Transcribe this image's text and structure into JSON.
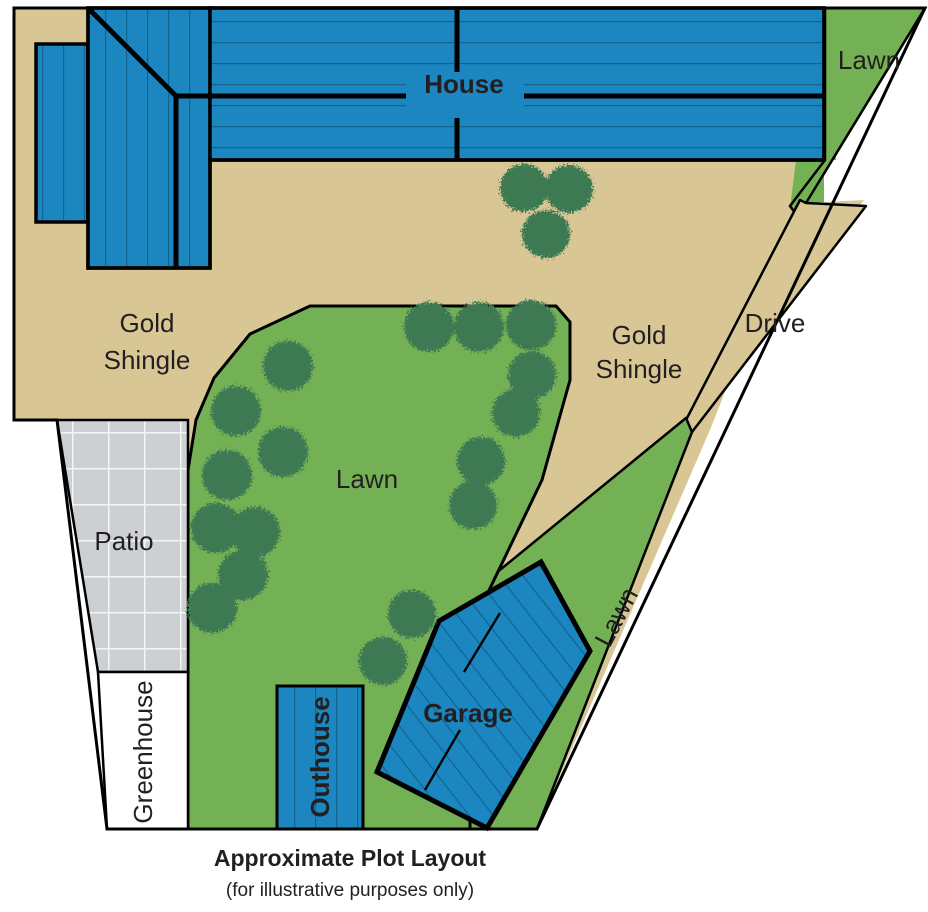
{
  "caption": {
    "title": "Approximate Plot Layout",
    "subtitle": "(for illustrative purposes only)"
  },
  "labels": {
    "house": "House",
    "lawn_top_right": "Lawn",
    "gold_shingle_left": "Gold\nShingle",
    "gold_shingle_left_line1": "Gold",
    "gold_shingle_left_line2": "Shingle",
    "gold_shingle_center_line1": "Gold",
    "gold_shingle_center_line2": "Shingle",
    "drive": "Drive",
    "lawn_center": "Lawn",
    "lawn_right_strip": "Lawn",
    "patio": "Patio",
    "greenhouse": "Greenhouse",
    "outhouse": "Outhouse",
    "garage": "Garage"
  },
  "colors": {
    "building_blue": "#1c86c0",
    "building_blue_stroke": "#000000",
    "lawn_green": "#74b155",
    "tree_green": "#3e7a53",
    "gold_shingle": "#d8c795",
    "patio_gray": "#cdd0d3",
    "patio_grid": "#f2f4f5",
    "greenhouse_white": "#ffffff",
    "outline_black": "#000000",
    "text_dark": "#231f20",
    "page_background": "#ffffff"
  },
  "areas": [
    {
      "name": "house",
      "label": "House",
      "fill": "building_blue",
      "kind": "building"
    },
    {
      "name": "gold-shingle-left",
      "label": "Gold Shingle",
      "fill": "gold_shingle",
      "kind": "surface"
    },
    {
      "name": "gold-shingle-center",
      "label": "Gold Shingle",
      "fill": "gold_shingle",
      "kind": "surface"
    },
    {
      "name": "drive",
      "label": "Drive",
      "fill": "gold_shingle",
      "kind": "surface"
    },
    {
      "name": "lawn-top-right",
      "label": "Lawn",
      "fill": "lawn_green",
      "kind": "lawn"
    },
    {
      "name": "lawn-right-strip",
      "label": "Lawn",
      "fill": "lawn_green",
      "kind": "lawn"
    },
    {
      "name": "lawn-center",
      "label": "Lawn",
      "fill": "lawn_green",
      "kind": "lawn"
    },
    {
      "name": "patio",
      "label": "Patio",
      "fill": "patio_gray",
      "kind": "surface"
    },
    {
      "name": "greenhouse",
      "label": "Greenhouse",
      "fill": "greenhouse_white",
      "kind": "building"
    },
    {
      "name": "outhouse",
      "label": "Outhouse",
      "fill": "building_blue",
      "kind": "building"
    },
    {
      "name": "garage",
      "label": "Garage",
      "fill": "building_blue",
      "kind": "building"
    }
  ],
  "trees": {
    "count": 22,
    "color": "#3e7a53",
    "note": "stylised shrub clusters around lawn borders"
  }
}
